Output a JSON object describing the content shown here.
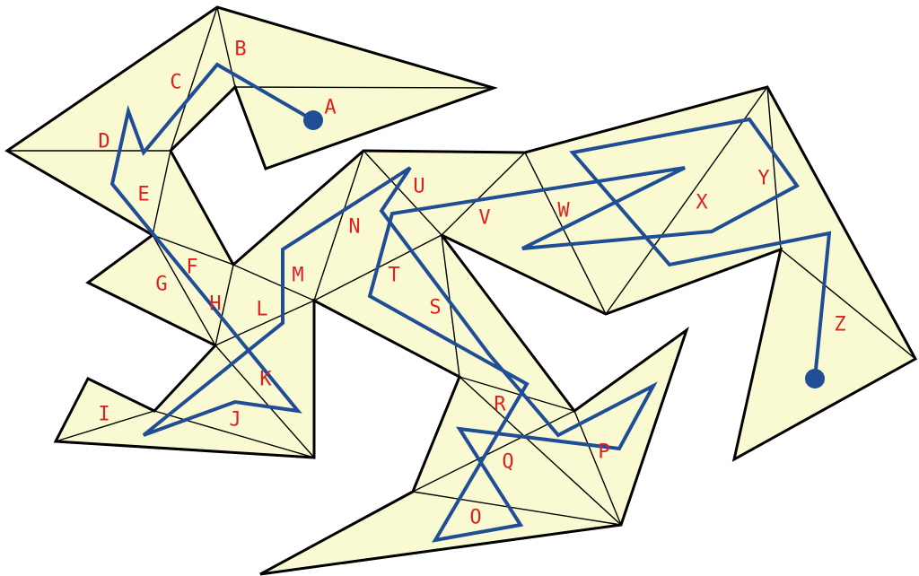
{
  "diagram": {
    "colors": {
      "fill": "#fafad2",
      "edge": "#000000",
      "path": "#1f4e96",
      "label": "#e02020"
    },
    "labels": [
      "A",
      "B",
      "C",
      "D",
      "E",
      "F",
      "G",
      "H",
      "I",
      "J",
      "K",
      "L",
      "M",
      "N",
      "O",
      "P",
      "Q",
      "R",
      "S",
      "T",
      "U",
      "V",
      "W",
      "X",
      "Y",
      "Z"
    ],
    "path_start_label": "A",
    "path_end_label": "Z"
  }
}
